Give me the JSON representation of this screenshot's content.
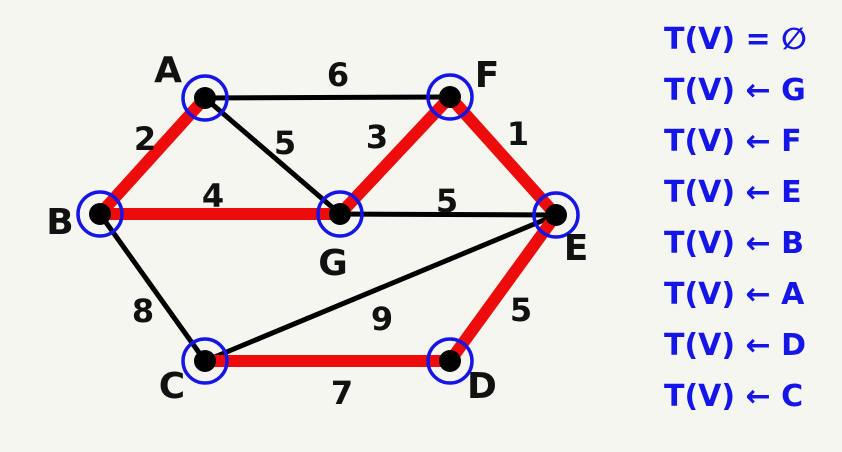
{
  "graph": {
    "nodes": [
      {
        "id": "A",
        "label": "A",
        "in_tree": true
      },
      {
        "id": "F",
        "label": "F",
        "in_tree": true
      },
      {
        "id": "B",
        "label": "B",
        "in_tree": true
      },
      {
        "id": "G",
        "label": "G",
        "in_tree": true
      },
      {
        "id": "E",
        "label": "E",
        "in_tree": true
      },
      {
        "id": "C",
        "label": "C",
        "in_tree": true
      },
      {
        "id": "D",
        "label": "D",
        "in_tree": true
      }
    ],
    "edges": [
      {
        "from": "A",
        "to": "F",
        "weight": "6",
        "in_tree": false
      },
      {
        "from": "A",
        "to": "G",
        "weight": "5",
        "in_tree": false
      },
      {
        "from": "A",
        "to": "B",
        "weight": "2",
        "in_tree": true
      },
      {
        "from": "F",
        "to": "G",
        "weight": "3",
        "in_tree": true
      },
      {
        "from": "F",
        "to": "E",
        "weight": "1",
        "in_tree": true
      },
      {
        "from": "B",
        "to": "G",
        "weight": "4",
        "in_tree": true
      },
      {
        "from": "G",
        "to": "E",
        "weight": "5",
        "in_tree": false
      },
      {
        "from": "B",
        "to": "C",
        "weight": "8",
        "in_tree": false
      },
      {
        "from": "C",
        "to": "E",
        "weight": "9",
        "in_tree": false
      },
      {
        "from": "E",
        "to": "D",
        "weight": "5",
        "in_tree": true
      },
      {
        "from": "C",
        "to": "D",
        "weight": "7",
        "in_tree": true
      }
    ]
  },
  "steps": [
    "T(V) = ∅",
    "T(V) ← G",
    "T(V) ← F",
    "T(V) ← E",
    "T(V) ← B",
    "T(V) ← A",
    "T(V) ← D",
    "T(V) ← C"
  ],
  "colors": {
    "tree_edge": "#ee0b0b",
    "plain_edge": "#000000",
    "node_fill": "#000000",
    "node_ring": "#1515e8",
    "step_text": "#1515e8",
    "background": "#f4f6ef"
  }
}
